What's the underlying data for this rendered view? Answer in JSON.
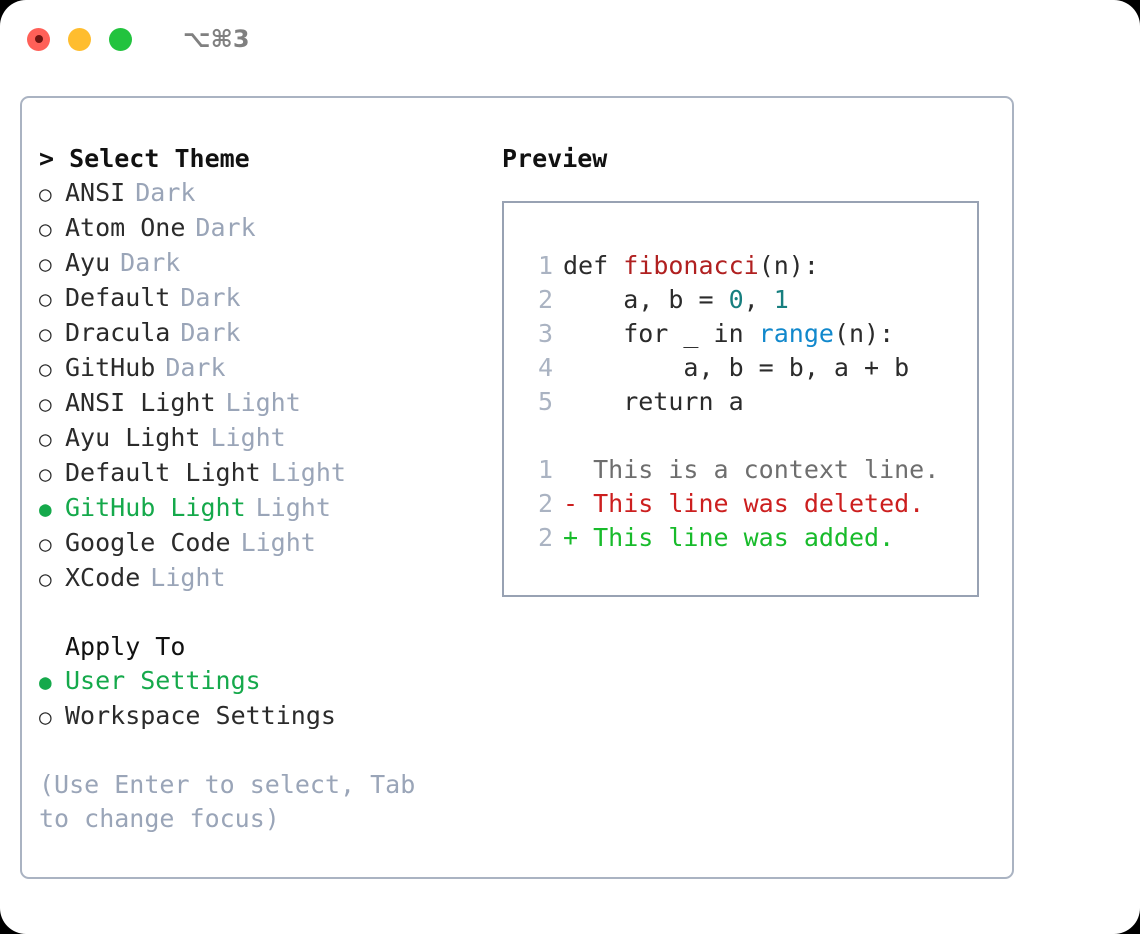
{
  "titlebar": {
    "shortcut": "⌥⌘3",
    "dots": [
      {
        "name": "close-dot",
        "color": "#ff6058"
      },
      {
        "name": "minimize-dot",
        "color": "#ffbd2e"
      },
      {
        "name": "maximize-dot",
        "color": "#22c33e"
      }
    ]
  },
  "theme_picker": {
    "title": "> Select Theme",
    "options": [
      {
        "bullet": "○",
        "label": "ANSI",
        "badge": "Dark",
        "selected": false
      },
      {
        "bullet": "○",
        "label": "Atom One",
        "badge": "Dark",
        "selected": false
      },
      {
        "bullet": "○",
        "label": "Ayu",
        "badge": "Dark",
        "selected": false
      },
      {
        "bullet": "○",
        "label": "Default",
        "badge": "Dark",
        "selected": false
      },
      {
        "bullet": "○",
        "label": "Dracula",
        "badge": "Dark",
        "selected": false
      },
      {
        "bullet": "○",
        "label": "GitHub",
        "badge": "Dark",
        "selected": false
      },
      {
        "bullet": "○",
        "label": "ANSI Light",
        "badge": "Light",
        "selected": false
      },
      {
        "bullet": "○",
        "label": "Ayu Light",
        "badge": "Light",
        "selected": false
      },
      {
        "bullet": "○",
        "label": "Default Light",
        "badge": "Light",
        "selected": false
      },
      {
        "bullet": "●",
        "label": "GitHub Light",
        "badge": "Light",
        "selected": true
      },
      {
        "bullet": "○",
        "label": "Google Code",
        "badge": "Light",
        "selected": false
      },
      {
        "bullet": "○",
        "label": "XCode",
        "badge": "Light",
        "selected": false
      }
    ]
  },
  "apply_to": {
    "title": "Apply To",
    "options": [
      {
        "bullet": "●",
        "label": "User Settings",
        "selected": true
      },
      {
        "bullet": "○",
        "label": "Workspace Settings",
        "selected": false
      }
    ]
  },
  "hint": "(Use Enter to select, Tab to change focus)",
  "preview": {
    "title": "Preview",
    "code_lines": [
      {
        "no": "1",
        "segments": [
          {
            "t": "def ",
            "c": "plain"
          },
          {
            "t": "fibonacci",
            "c": "fn"
          },
          {
            "t": "(n):",
            "c": "plain"
          }
        ]
      },
      {
        "no": "2",
        "segments": [
          {
            "t": "    a, b = ",
            "c": "plain"
          },
          {
            "t": "0",
            "c": "num"
          },
          {
            "t": ", ",
            "c": "plain"
          },
          {
            "t": "1",
            "c": "num"
          }
        ]
      },
      {
        "no": "3",
        "segments": [
          {
            "t": "    for _ in ",
            "c": "plain"
          },
          {
            "t": "range",
            "c": "call"
          },
          {
            "t": "(n):",
            "c": "plain"
          }
        ]
      },
      {
        "no": "4",
        "segments": [
          {
            "t": "        a, b = b, a + b",
            "c": "plain"
          }
        ]
      },
      {
        "no": "5",
        "segments": [
          {
            "t": "    return a",
            "c": "plain"
          }
        ]
      }
    ],
    "diff_lines": [
      {
        "no": "1",
        "marker": "  ",
        "text": "This is a context line.",
        "kind": "ctx"
      },
      {
        "no": "2",
        "marker": "- ",
        "text": "This line was deleted.",
        "kind": "del"
      },
      {
        "no": "2",
        "marker": "+ ",
        "text": "This line was added.",
        "kind": "add"
      }
    ]
  },
  "colors": {
    "accent_green": "#15a94b",
    "badge_gray": "#9aa5b8",
    "border": "#aab3c2",
    "preview_border": "#98a2b3",
    "diff_add": "#18bb2b",
    "diff_del": "#cc1f1f",
    "token_function": "#b02020",
    "token_number": "#177f7f",
    "token_call": "#1188cc"
  }
}
